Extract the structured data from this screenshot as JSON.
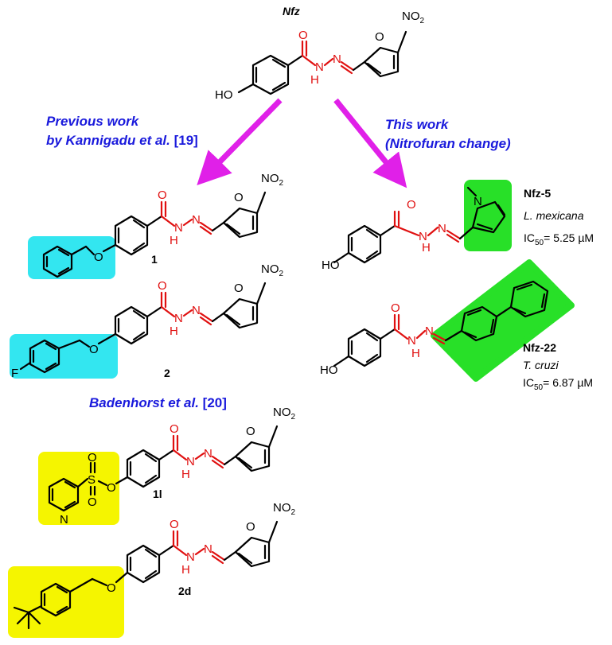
{
  "title": "Nfz",
  "colors": {
    "highlight_cyan": "#33e6f0",
    "highlight_yellow": "#f5f500",
    "highlight_green": "#28e028",
    "arrow_magenta": "#e020e8",
    "heading_blue": "#1a1adc",
    "linker_red": "#e01010"
  },
  "atoms": {
    "ho": "HO",
    "o": "O",
    "h": "H",
    "n": "N",
    "no2": "NO",
    "no2_sub": "2",
    "f": "F",
    "s": "S"
  },
  "left": {
    "heading_line1": "Previous work",
    "heading_line2_prefix": "by Kannigadu ",
    "heading_line2_etal": "et al.",
    "heading_line2_ref": " [19]",
    "compound1_label": "1",
    "compound2_label": "2",
    "heading2_name": "Badenhorst ",
    "heading2_etal": "et al.",
    "heading2_ref": " [20]",
    "compound1l_label": "1l",
    "compound2d_label": "2d"
  },
  "right": {
    "heading_line1": "This work",
    "heading_line2": "(Nitrofuran change)",
    "nfz5": {
      "name": "Nfz-5",
      "species": "L. mexicana",
      "ic50_prefix": "IC",
      "ic50_sub": "50",
      "ic50_value": "= 5.25 µM"
    },
    "nfz22": {
      "name": "Nfz-22",
      "species": "T. cruzi",
      "ic50_prefix": "IC",
      "ic50_sub": "50",
      "ic50_value": "= 6.87 µM"
    }
  }
}
